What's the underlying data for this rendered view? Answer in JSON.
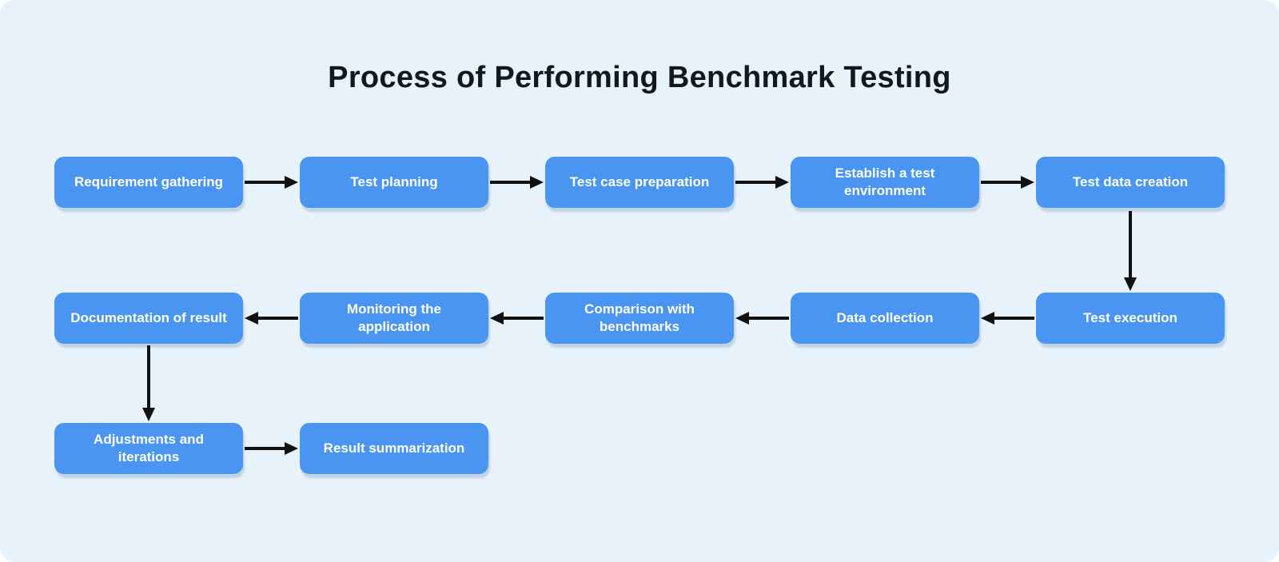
{
  "title": "Process of Performing Benchmark Testing",
  "diagram": {
    "type": "flowchart",
    "background_color": "#e7f2fb",
    "node_fill_color": "#4a95f2",
    "node_text_color": "#ffffff",
    "arrow_color": "#111111",
    "nodes": [
      {
        "label": "Requirement gathering"
      },
      {
        "label": "Test planning"
      },
      {
        "label": "Test case preparation"
      },
      {
        "label": "Establish a test environment"
      },
      {
        "label": "Test data creation"
      },
      {
        "label": "Test execution"
      },
      {
        "label": "Data collection"
      },
      {
        "label": "Comparison with benchmarks"
      },
      {
        "label": "Monitoring the application"
      },
      {
        "label": "Documentation of result"
      },
      {
        "label": "Adjustments and iterations"
      },
      {
        "label": "Result summarization"
      }
    ],
    "edges": [
      {
        "from": "Requirement gathering",
        "to": "Test planning",
        "direction": "right"
      },
      {
        "from": "Test planning",
        "to": "Test case preparation",
        "direction": "right"
      },
      {
        "from": "Test case preparation",
        "to": "Establish a test environment",
        "direction": "right"
      },
      {
        "from": "Establish a test environment",
        "to": "Test data creation",
        "direction": "right"
      },
      {
        "from": "Test data creation",
        "to": "Test execution",
        "direction": "down"
      },
      {
        "from": "Test execution",
        "to": "Data collection",
        "direction": "left"
      },
      {
        "from": "Data collection",
        "to": "Comparison with benchmarks",
        "direction": "left"
      },
      {
        "from": "Comparison with benchmarks",
        "to": "Monitoring the application",
        "direction": "left"
      },
      {
        "from": "Monitoring the application",
        "to": "Documentation of result",
        "direction": "left"
      },
      {
        "from": "Documentation of result",
        "to": "Adjustments and iterations",
        "direction": "down"
      },
      {
        "from": "Adjustments and iterations",
        "to": "Result summarization",
        "direction": "right"
      }
    ]
  }
}
